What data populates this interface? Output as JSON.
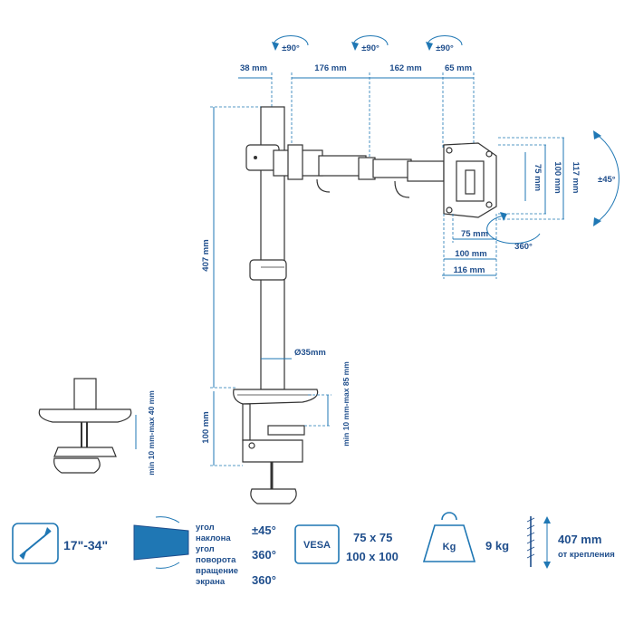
{
  "rotation": {
    "left": "±90°",
    "middle": "±90°",
    "right": "±90°"
  },
  "arm_dims": {
    "d38": "38 mm",
    "d176": "176 mm",
    "d162": "162 mm",
    "d65": "65 mm"
  },
  "pole": {
    "height": "407 mm",
    "diameter": "Ø35mm",
    "clamp_height": "100 mm",
    "clamp_range": "min 10 mm-max 85 mm"
  },
  "grommet": {
    "range": "min 10 mm-max 40 mm"
  },
  "plate": {
    "h75": "75 mm",
    "h100": "100 mm",
    "h117": "117 mm",
    "w75": "75 mm",
    "w100": "100 mm",
    "w116": "116 mm",
    "tilt": "±45°",
    "rotate": "360°"
  },
  "specs": {
    "screen_size": "17\"-34\"",
    "tilt_label_1": "угол",
    "tilt_label_2": "наклона",
    "tilt_value": "±45°",
    "swivel_label_1": "угол",
    "swivel_label_2": "поворота",
    "swivel_value": "360°",
    "rotate_label_1": "вращение",
    "rotate_label_2": "экрана",
    "rotate_value": "360°",
    "vesa_badge": "VESA",
    "vesa_1": "75 x 75",
    "vesa_2": "100 x 100",
    "weight_badge": "Kg",
    "weight": "9 kg",
    "height_value": "407 mm",
    "height_sub": "от крепления"
  },
  "colors": {
    "accent": "#1f77b4",
    "text": "#1f4e8c",
    "outline": "#333333"
  }
}
